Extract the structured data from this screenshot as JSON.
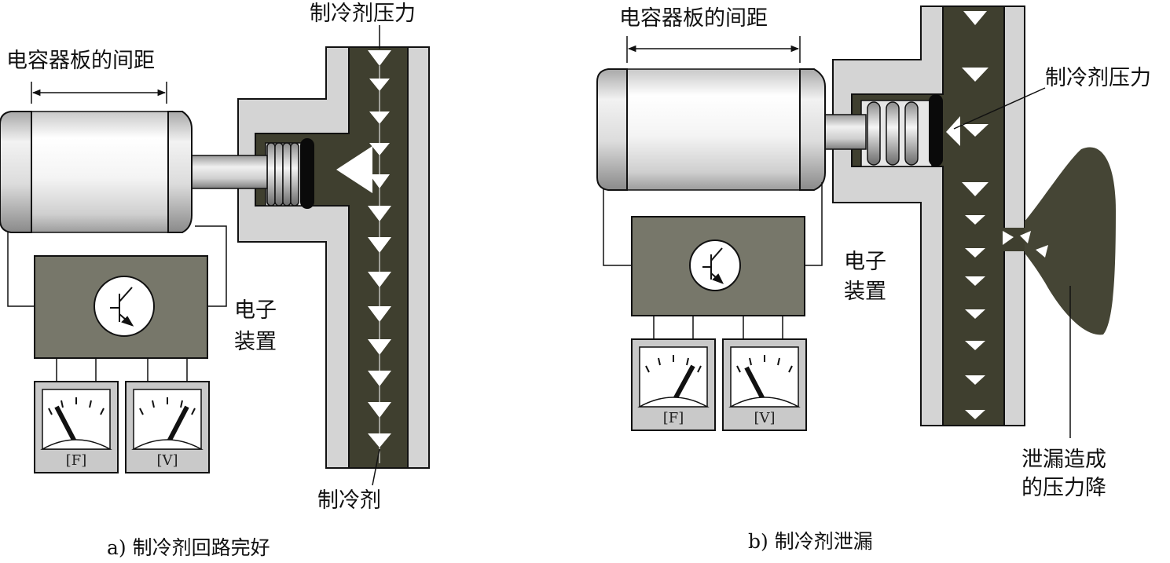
{
  "panel_a": {
    "plate_gap_label": "电容器板的间距",
    "pressure_label": "制冷剂压力",
    "refrigerant_label": "制冷剂",
    "electronics_label_line1": "电子",
    "electronics_label_line2": "装置",
    "meter_f_label": "[F]",
    "meter_v_label": "[V]",
    "caption": "a) 制冷剂回路完好"
  },
  "panel_b": {
    "plate_gap_label": "电容器板的间距",
    "pressure_label": "制冷剂压力",
    "electronics_label_line1": "电子",
    "electronics_label_line2": "装置",
    "leak_label_line1": "泄漏造成",
    "leak_label_line2": "的压力降",
    "meter_f_label": "[F]",
    "meter_v_label": "[V]",
    "caption": "b) 制冷剂泄漏"
  },
  "colors": {
    "pipe_fluid": "#3f3f2f",
    "pipe_wall": "#d4d4d4",
    "electronics_box": "#77776a",
    "leak_cloud": "#454535"
  }
}
